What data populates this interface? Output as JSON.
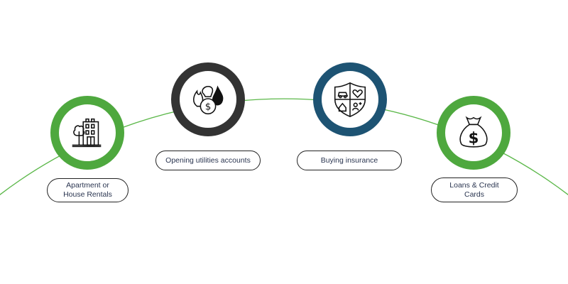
{
  "colors": {
    "arc": "#5cb84a",
    "green_ring": "#4ea83e",
    "dark_ring": "#333333",
    "blue_ring": "#1d5373",
    "label_text": "#2a3550"
  },
  "steps": [
    {
      "label_line1": "Apartment or",
      "label_line2": "House Rentals",
      "icon": "apartment-building-icon",
      "ring": "green"
    },
    {
      "label_line1": "Opening utilities accounts",
      "label_line2": "",
      "icon": "utilities-money-icon",
      "ring": "dark"
    },
    {
      "label_line1": "Buying insurance",
      "label_line2": "",
      "icon": "insurance-shield-icon",
      "ring": "blue"
    },
    {
      "label_line1": "Loans & Credit",
      "label_line2": "Cards",
      "icon": "money-bag-icon",
      "ring": "green"
    }
  ]
}
